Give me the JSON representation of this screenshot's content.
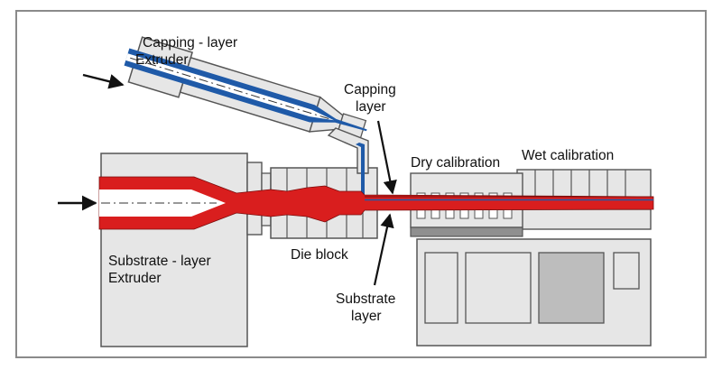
{
  "labels": {
    "capping_extruder_line1": "Capping - layer",
    "capping_extruder_line2": "Extruder",
    "capping_layer_line1": "Capping",
    "capping_layer_line2": "layer",
    "dry_calibration": "Dry calibration",
    "wet_calibration": "Wet calibration",
    "die_block": "Die block",
    "substrate_extruder_line1": "Substrate - layer",
    "substrate_extruder_line2": "Extruder",
    "substrate_layer_line1": "Substrate",
    "substrate_layer_line2": "layer"
  },
  "colors": {
    "frame": "#8a8a8a",
    "machine_fill": "#e6e6e6",
    "machine_stroke": "#555555",
    "substrate_melt": "#d91e1e",
    "capping_melt": "#1f5aa8",
    "arrow": "#111111",
    "dark_panel": "#bdbdbd"
  }
}
